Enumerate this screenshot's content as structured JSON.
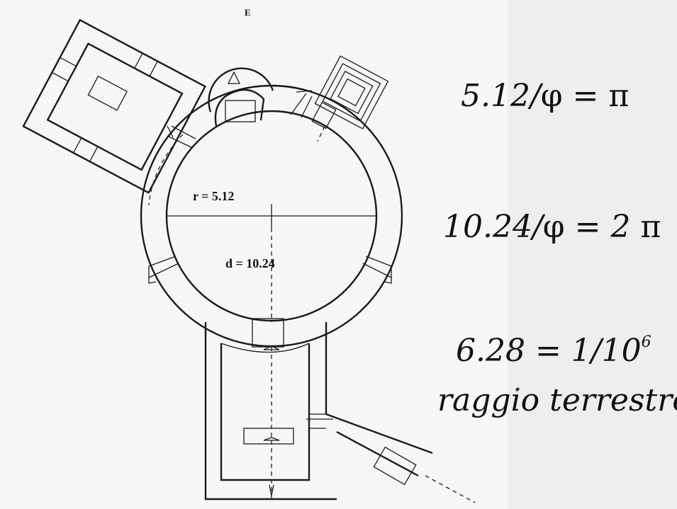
{
  "plan": {
    "compass_label": "E",
    "radius_label": "r = 5.12",
    "diameter_label": "d = 10.24"
  },
  "formulas": {
    "f1": {
      "lhs": "5.12/",
      "phi": "φ",
      "eq": " = ",
      "rhs": "π"
    },
    "f2": {
      "lhs": "10.24/",
      "phi": "φ",
      "eq": " = ",
      "coef": "2",
      "rhs": " π"
    },
    "f3": {
      "text": "6.28 = 1/10",
      "exp": "6"
    },
    "f4": {
      "text": "raggio terrestre"
    }
  }
}
